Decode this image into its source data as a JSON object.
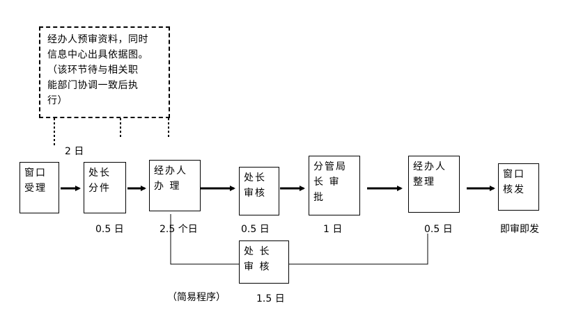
{
  "note": {
    "text": "经办人预审资料，同时\n信息中心出具依据图。\n（该环节待与相关职\n能部门协调一致后执\n行）",
    "time": "2 日"
  },
  "steps": [
    {
      "text": "窗口\n受理"
    },
    {
      "text": "处长\n分件",
      "time": "0.5 日"
    },
    {
      "text": "经办人\n办 理",
      "time": "2.5 个日"
    },
    {
      "text": "处长\n审核",
      "time": "0.5 日"
    },
    {
      "text": "分管局\n长 审\n批",
      "time": "1 日"
    },
    {
      "text": "经办人\n整理",
      "time": "0.5 日"
    },
    {
      "text": "窗口\n核发",
      "time": "即审即发"
    }
  ],
  "simplified": {
    "box": "处 长\n审 核",
    "time": "1.5 日",
    "label": "（简易程序）"
  }
}
